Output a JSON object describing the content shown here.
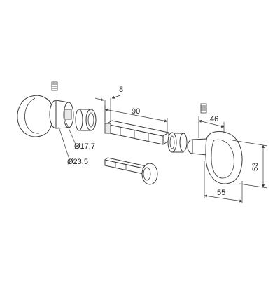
{
  "dimensions": {
    "square_width": "8",
    "spindle_length": "90",
    "rose_diameter_small": "Ø17,7",
    "rose_diameter_large": "Ø23,5",
    "knob_projection": "46",
    "knob_height": "53",
    "knob_width": "55"
  }
}
